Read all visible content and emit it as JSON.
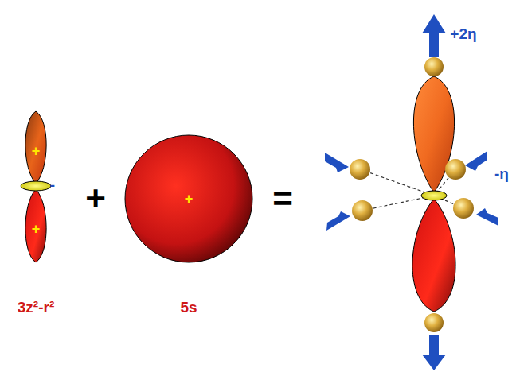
{
  "diagram": {
    "labels": [
      "+",
      "-",
      "+",
      "+",
      "+",
      "=",
      "+2η",
      "-η",
      "3z²-r²",
      "5s"
    ]
  }
}
